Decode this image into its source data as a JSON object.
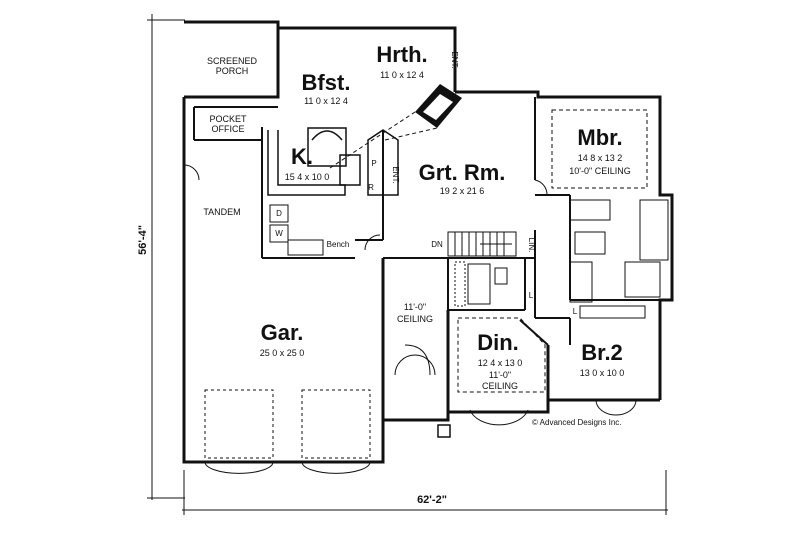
{
  "dimensions": {
    "width": "62'-2\"",
    "depth": "56'-4\""
  },
  "rooms": {
    "screened_porch": {
      "name_line1": "SCREENED",
      "name_line2": "PORCH"
    },
    "pocket_office": {
      "name_line1": "POCKET",
      "name_line2": "OFFICE"
    },
    "breakfast": {
      "name": "Bfst.",
      "size": "11 0 x 12 4"
    },
    "hearth": {
      "name": "Hrth.",
      "size": "11 0 x 12 4"
    },
    "kitchen": {
      "name": "K.",
      "size": "15 4 x 10 0"
    },
    "great_room": {
      "name": "Grt. Rm.",
      "size": "19 2 x 21 6"
    },
    "master_bedroom": {
      "name": "Mbr.",
      "size": "14 8 x 13 2",
      "ceiling": "10'-0\" CEILING"
    },
    "garage": {
      "name": "Gar.",
      "size": "25 0 x 25 0",
      "tandem": "TANDEM"
    },
    "foyer": {
      "ceiling_line1": "11'-0\"",
      "ceiling_line2": "CEILING"
    },
    "dining": {
      "name": "Din.",
      "size": "12 4 x 13 0",
      "ceiling_line1": "11'-0\"",
      "ceiling_line2": "CEILING"
    },
    "bedroom2": {
      "name": "Br.2",
      "size": "13 0 x 10 0"
    }
  },
  "fixtures": {
    "entry_top": "ENT.",
    "entry_kitchen": "ENT.",
    "pantry": "P",
    "refrigerator": "R",
    "dryer": "D",
    "washer": "W",
    "bench": "Bench",
    "stair_down": "DN",
    "linen": "LIN.",
    "linen_short": "L",
    "linen_short_2": "L"
  },
  "copyright": "© Advanced Designs Inc."
}
